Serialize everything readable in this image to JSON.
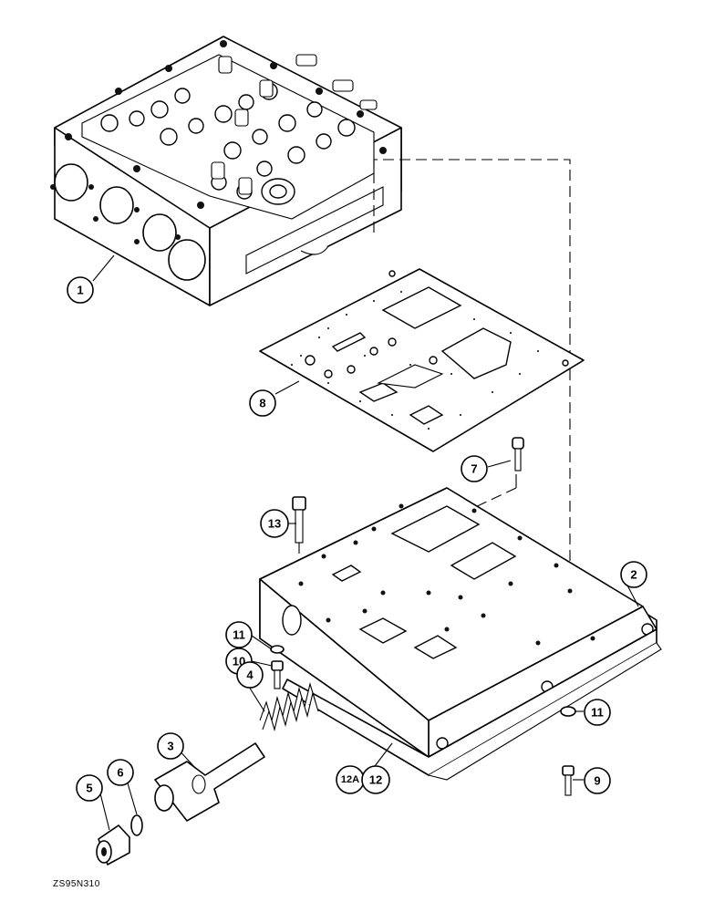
{
  "figure": {
    "reference_code": "ZS95N310"
  },
  "callouts": [
    {
      "label": "1"
    },
    {
      "label": "8"
    },
    {
      "label": "7"
    },
    {
      "label": "13"
    },
    {
      "label": "2"
    },
    {
      "label": "11"
    },
    {
      "label": "10"
    },
    {
      "label": "4"
    },
    {
      "label": "3"
    },
    {
      "label": "6"
    },
    {
      "label": "5"
    },
    {
      "label": "12A"
    },
    {
      "label": "12"
    },
    {
      "label": "11"
    },
    {
      "label": "9"
    }
  ],
  "colors": {
    "line": "#000000",
    "background": "#ffffff"
  }
}
